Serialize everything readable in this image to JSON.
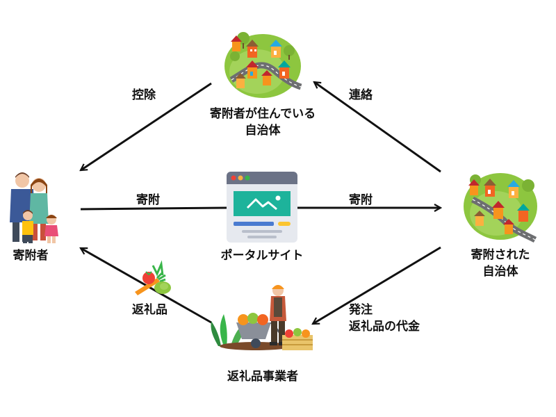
{
  "nodes": {
    "resident_municipality": {
      "line1": "寄附者が住んでいる",
      "line2": "自治体"
    },
    "donor": {
      "label": "寄附者"
    },
    "portal_site": {
      "label": "ポータルサイト"
    },
    "donated_municipality": {
      "line1": "寄附された",
      "line2": "自治体"
    },
    "gift_vendor": {
      "label": "返礼品事業者"
    }
  },
  "edges": {
    "deduction": {
      "label": "控除"
    },
    "contact": {
      "label": "連絡"
    },
    "donation_left": {
      "label": "寄附"
    },
    "donation_right": {
      "label": "寄附"
    },
    "return_gift": {
      "label": "返礼品"
    },
    "order": {
      "line1": "発注",
      "line2": "返礼品の代金"
    }
  },
  "icons": {
    "town": "town-illustration",
    "family": "family-illustration",
    "portal": "website-illustration",
    "farmer": "farmer-illustration",
    "vegetables": "vegetables-illustration"
  }
}
